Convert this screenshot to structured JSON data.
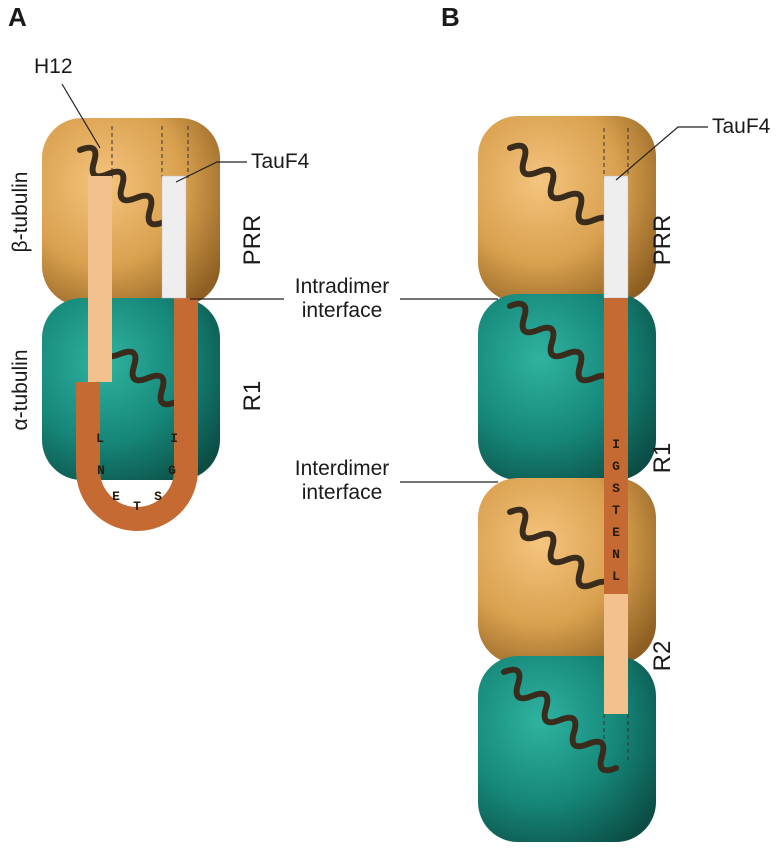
{
  "panels": [
    {
      "letter": "A"
    },
    {
      "letter": "B"
    }
  ],
  "labels": {
    "h12": "H12",
    "taufour": "TauF4",
    "beta_tubulin": "β-tubulin",
    "alpha_tubulin": "α-tubulin",
    "prr": "PRR",
    "r1": "R1",
    "r2": "R2",
    "intradimer_line1": "Intradimer",
    "intradimer_line2": "interface",
    "interdimer_line1": "Interdimer",
    "interdimer_line2": "interface"
  },
  "motif": [
    "L",
    "N",
    "E",
    "T",
    "S",
    "G",
    "I"
  ],
  "colors": {
    "beta_tubulin": "#d9a04e",
    "alpha_tubulin": "#1a9484",
    "prr_segment": "#eeeeee",
    "r1_segment": "#c46a32",
    "r2_segment": "#f2c18e",
    "helix": "#3a2c1c"
  }
}
